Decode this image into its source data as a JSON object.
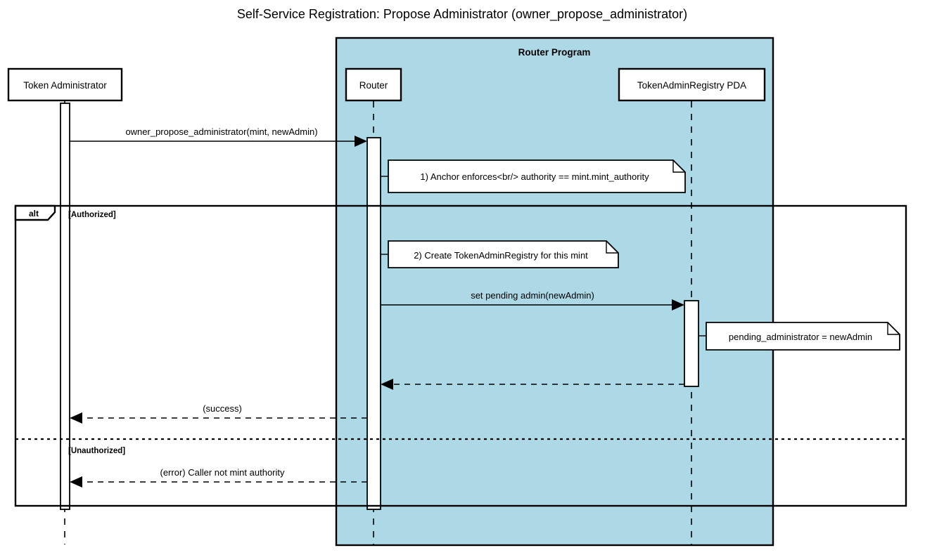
{
  "diagram": {
    "kind": "uml-sequence-diagram",
    "title": "Self-Service Registration: Propose Administrator (owner_propose_administrator)",
    "colors": {
      "group_background": "#ADD8E6",
      "box_background": "#ffffff",
      "line": "#000000",
      "canvas": "#ffffff"
    }
  },
  "group": {
    "label": "Router Program"
  },
  "participants": [
    {
      "id": "token-administrator",
      "label": "Token Administrator"
    },
    {
      "id": "router",
      "label": "Router"
    },
    {
      "id": "token-admin-registry-pda",
      "label": "TokenAdminRegistry PDA"
    }
  ],
  "messages": [
    {
      "id": "m1",
      "label": "owner_propose_administrator(mint, newAdmin)",
      "from": "token-administrator",
      "to": "router",
      "style": "solid"
    },
    {
      "id": "m2",
      "label": "set pending admin(newAdmin)",
      "from": "router",
      "to": "token-admin-registry-pda",
      "style": "solid"
    },
    {
      "id": "m3",
      "label": "",
      "from": "token-admin-registry-pda",
      "to": "router",
      "style": "dashed"
    },
    {
      "id": "m4",
      "label": "(success)",
      "from": "router",
      "to": "token-administrator",
      "style": "dashed"
    },
    {
      "id": "m5",
      "label": "(error) Caller not mint authority",
      "from": "router",
      "to": "token-administrator",
      "style": "dashed"
    }
  ],
  "notes": [
    {
      "id": "note-anchor-enforces",
      "text": "1) Anchor enforces<br/> authority == mint.mint_authority",
      "anchor": "router"
    },
    {
      "id": "note-create-registry",
      "text": "2) Create TokenAdminRegistry for this mint",
      "anchor": "router"
    },
    {
      "id": "note-pending-administrator",
      "text": "pending_administrator = newAdmin",
      "anchor": "token-admin-registry-pda"
    }
  ],
  "fragment": {
    "operator": "alt",
    "branches": [
      {
        "id": "branch-authorized",
        "guard": "[Authorized]"
      },
      {
        "id": "branch-unauthorized",
        "guard": "[Unauthorized]"
      }
    ]
  }
}
